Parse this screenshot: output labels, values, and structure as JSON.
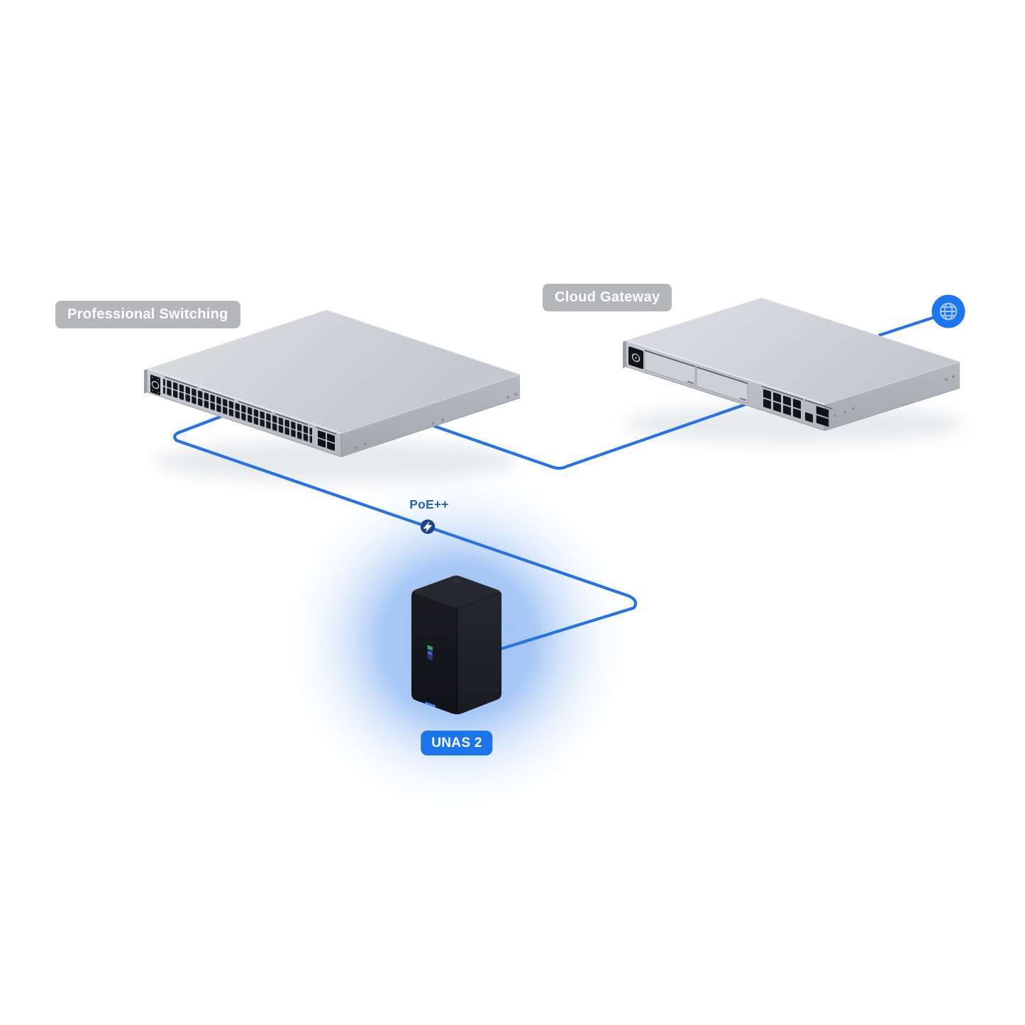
{
  "page": {
    "background": "#ffffff"
  },
  "diagram": {
    "type": "network-topology",
    "labels": {
      "switch": "Professional Switching",
      "gateway": "Cloud Gateway",
      "nas": "UNAS 2",
      "poe": "PoE++"
    },
    "devices": [
      {
        "id": "professional-switch",
        "label": "Professional Switching"
      },
      {
        "id": "cloud-gateway",
        "label": "Cloud Gateway"
      },
      {
        "id": "unas-2",
        "label": "UNAS 2"
      },
      {
        "id": "internet",
        "icon": "globe-icon"
      }
    ],
    "connections": [
      {
        "from": "cloud-gateway",
        "to": "internet",
        "icon": "globe-icon"
      },
      {
        "from": "professional-switch",
        "to": "cloud-gateway"
      },
      {
        "from": "professional-switch",
        "to": "unas-2",
        "label": "PoE++",
        "icon": "lightning-icon"
      }
    ],
    "colors": {
      "connection_line": "#2673e8",
      "internet_badge": "#1b76f2",
      "poe_badge": "#1a448c",
      "poe_text": "#2c60b4",
      "device_label_bg": "#b5b6b9",
      "nas_label_bg": "#1b74ea",
      "label_text": "#ffffff",
      "nas_glow": "#a9c9f3"
    }
  }
}
